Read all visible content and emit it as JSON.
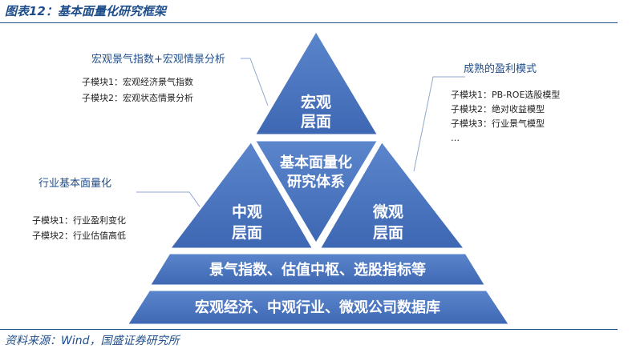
{
  "header": {
    "title": "图表12：基本面量化研究框架"
  },
  "footer": {
    "source": "资料来源：Wind，国盛证券研究所"
  },
  "pyramid": {
    "top": [
      "宏观",
      "层面"
    ],
    "center": [
      "基本面量化",
      "研究体系"
    ],
    "left": [
      "中观",
      "层面"
    ],
    "right": [
      "微观",
      "层面"
    ],
    "band_upper": "景气指数、估值中枢、选股指标等",
    "band_lower": "宏观经济、中观行业、微观公司数据库"
  },
  "callouts": {
    "macro": {
      "title": "宏观景气指数+宏观情景分析",
      "lines": [
        "子模块1：宏观经济景气指数",
        "子模块2：宏观状态情景分析"
      ]
    },
    "meso": {
      "title": "行业基本面量化",
      "lines": [
        "子模块1：行业盈利变化",
        "子模块2：行业估值高低"
      ]
    },
    "micro": {
      "title": "成熟的盈利模式",
      "lines": [
        "子模块1：PB-ROE选股模型",
        "子模块2：绝对收益模型",
        "子模块3：行业景气模型",
        "…"
      ]
    }
  },
  "colors": {
    "shape_fill": "#4472c4",
    "shape_border": "#ffffff",
    "title_blue": "#1f4e8c",
    "leader": "#8fa8cf"
  }
}
